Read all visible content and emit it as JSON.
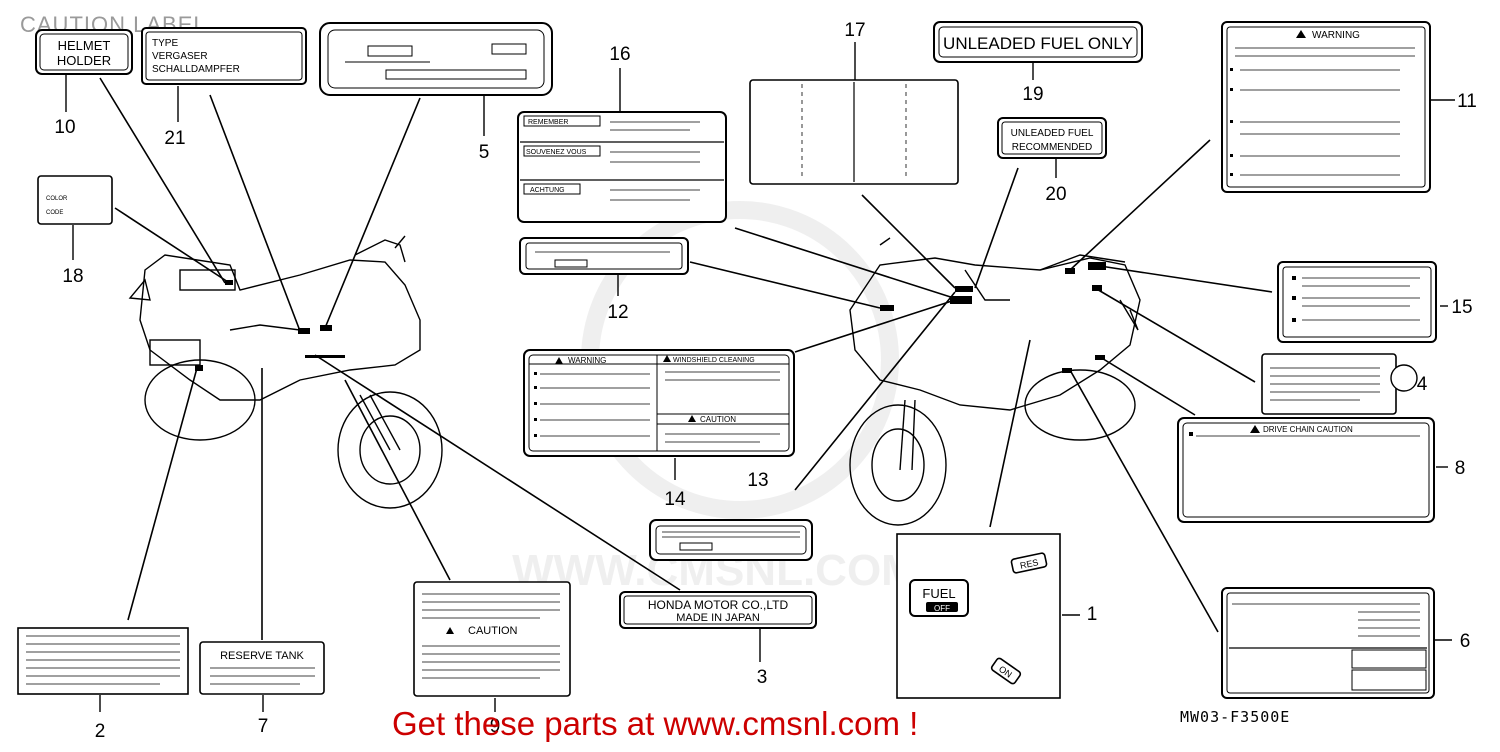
{
  "title": "CAUTION LABEL",
  "footer": "Get these parts at www.cmsnl.com !",
  "diagram_code": "MW03-F3500E",
  "watermark": "WWW.CMSNL.COM",
  "colors": {
    "line": "#000000",
    "footer": "#cc0000",
    "title": "#9a9a9a",
    "watermark": "#e2e2e2"
  },
  "callouts": [
    "1",
    "2",
    "3",
    "4",
    "5",
    "6",
    "7",
    "8",
    "9",
    "10",
    "11",
    "12",
    "13",
    "14",
    "15",
    "16",
    "17",
    "18",
    "19",
    "20",
    "21"
  ],
  "labels": {
    "helmet_holder": [
      "HELMET",
      "HOLDER"
    ],
    "type_label": [
      "TYPE",
      "VERGASER",
      "SCHALLDAMPFER"
    ],
    "multi_lang": [
      "REMEMBER",
      "SOUVENEZ VOUS",
      "ACHTUNG"
    ],
    "color_code": [
      "COLOR",
      "CODE"
    ],
    "unleaded_only": "UNLEADED FUEL ONLY",
    "unleaded_recommended": [
      "UNLEADED FUEL",
      "RECOMMENDED"
    ],
    "warning": "WARNING",
    "windshield": "WINDSHIELD CLEANING",
    "caution": "CAUTION",
    "drive_chain": "DRIVE CHAIN CAUTION",
    "reserve_tank": "RESERVE TANK",
    "honda": [
      "HONDA MOTOR CO.,LTD",
      "MADE IN JAPAN"
    ],
    "fuel": "FUEL",
    "off": "OFF",
    "res": "RES",
    "on": "ON"
  }
}
